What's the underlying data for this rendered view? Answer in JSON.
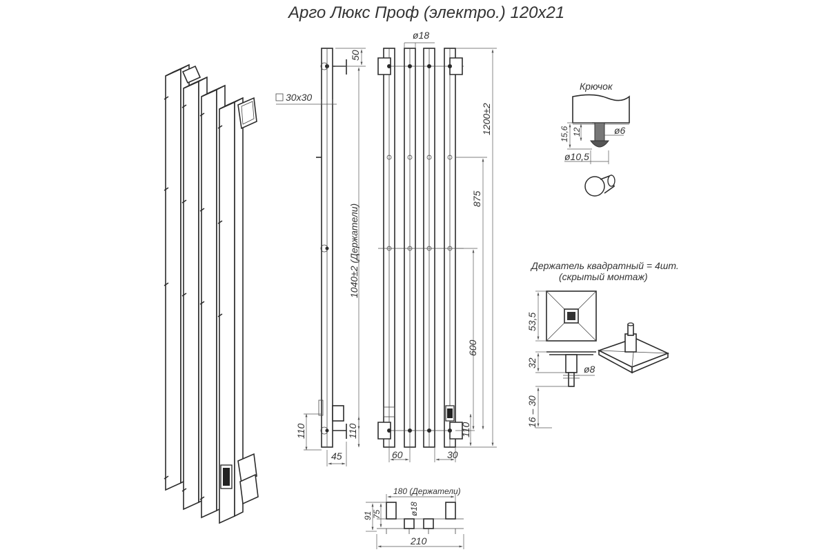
{
  "title": "Арго Люкс Проф (электро.) 120х21",
  "front": {
    "dia_top": "ø18",
    "height_total": "1200±2",
    "mount_875": "875",
    "mount_600": "600",
    "bottom_110": "110",
    "bottom_60": "60",
    "bottom_30": "30"
  },
  "side": {
    "tube_size": "30х30",
    "top_50": "50",
    "holders_1040": "1040±2 (Держатели)",
    "bottom_110": "110",
    "bottom_45": "45"
  },
  "top_view": {
    "holders_180": "180 (Держатели)",
    "width_210": "210",
    "dia_18": "ø18",
    "depth_91": "91",
    "depth_75": "75"
  },
  "hook": {
    "title": "Крючок",
    "h_15_6": "15,6",
    "h_12": "12",
    "d_6": "ø6",
    "d_10_5": "ø10,5"
  },
  "holder": {
    "title_line1": "Держатель квадратный = 4шт.",
    "title_line2": "(скрытый монтаж)",
    "size_53_5": "53,5",
    "h_32": "32",
    "d_8": "ø8",
    "h_16_30": "16 – 30"
  },
  "control_icon": "control-panel-icon"
}
